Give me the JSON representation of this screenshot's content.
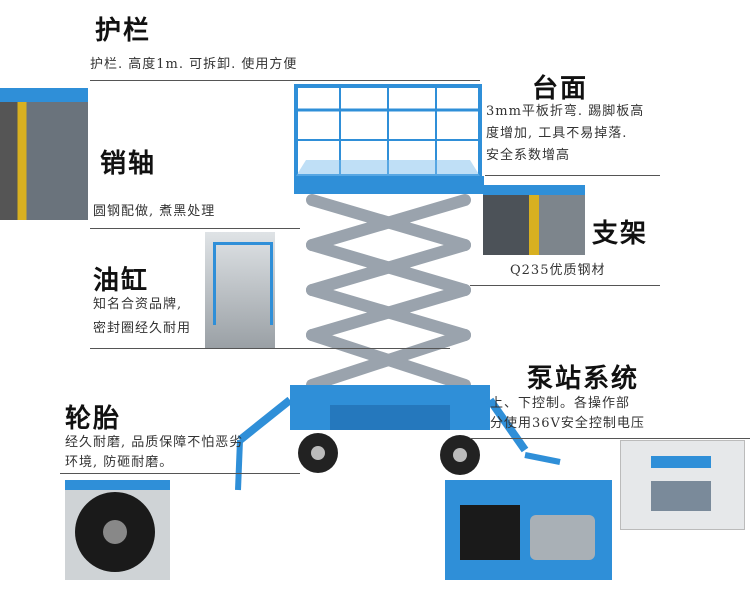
{
  "sections": {
    "guardrail": {
      "title": "护栏",
      "desc": [
        "护栏. 高度1m. 可拆卸. 使用方便"
      ]
    },
    "platform": {
      "title": "台面",
      "desc": [
        "3mm平板折弯. 踢脚板高",
        "度增加, 工具不易掉落.",
        "安全系数增高"
      ]
    },
    "pin": {
      "title": "销轴",
      "desc": [
        "圆钢配做, 煮黑处理"
      ]
    },
    "bracket": {
      "title": "支架",
      "desc": [
        "Q235优质钢材"
      ]
    },
    "cylinder": {
      "title": "油缸",
      "desc": [
        "知名合资品牌,",
        "密封圈经久耐用"
      ]
    },
    "pump": {
      "title": "泵站系统",
      "desc": [
        "上、下控制。各操作部",
        "分使用36V安全控制电压"
      ]
    },
    "tire": {
      "title": "轮胎",
      "desc": [
        "经久耐磨, 品质保障不怕恶劣",
        "环境, 防砸耐磨。"
      ]
    }
  },
  "colors": {
    "lift_blue": "#2f8fd8",
    "scissor_gray": "#9aa3ad",
    "text": "#222222"
  }
}
